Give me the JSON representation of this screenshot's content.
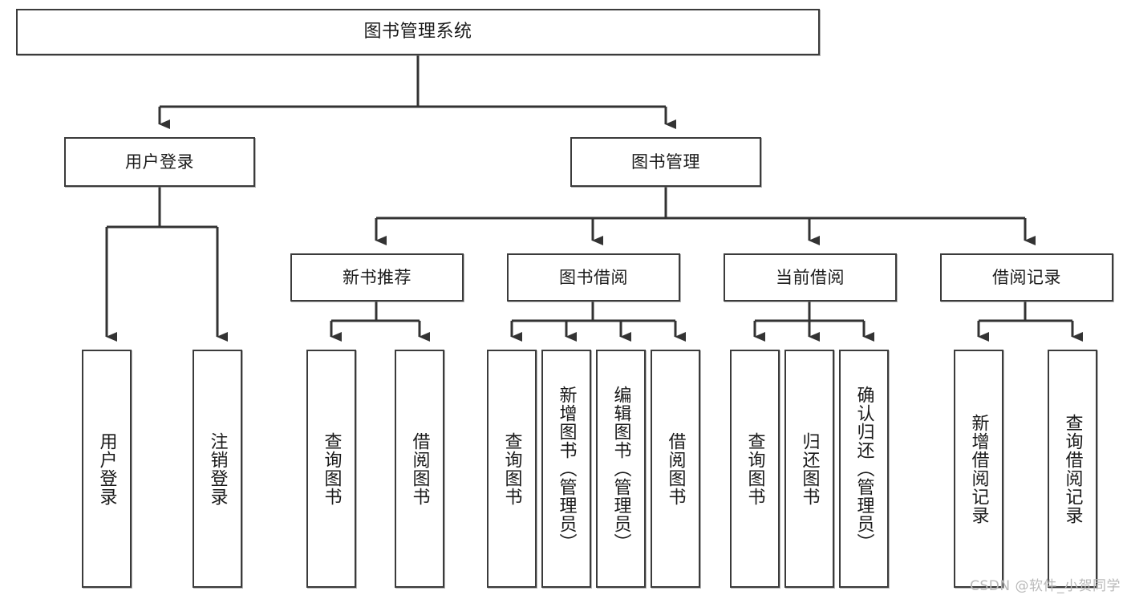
{
  "diagram": {
    "title": "图书管理系统",
    "type": "tree-hierarchy-diagram",
    "watermark": "CSDN @软件_小贺同学",
    "colors": {
      "node_border": "#3b3b3b",
      "node_fill": "#ffffff",
      "connector": "#333333",
      "text": "#1a1a1a",
      "watermark": "#b9b9b9",
      "background": "#ffffff"
    },
    "root": {
      "id": "root",
      "label": "图书管理系统"
    },
    "level2": [
      {
        "id": "user-login",
        "label": "用户登录"
      },
      {
        "id": "book-management",
        "label": "图书管理"
      }
    ],
    "level3": [
      {
        "id": "new-book-recommend",
        "label": "新书推荐"
      },
      {
        "id": "book-borrow",
        "label": "图书借阅"
      },
      {
        "id": "current-borrow",
        "label": "当前借阅"
      },
      {
        "id": "borrow-record",
        "label": "借阅记录"
      }
    ],
    "leaves": {
      "user_login": [
        {
          "id": "leaf-user-login",
          "label": "用户登录"
        },
        {
          "id": "leaf-logout-login",
          "label": "注销登录"
        }
      ],
      "new_book_recommend": [
        {
          "id": "leaf-query-book-1",
          "label": "查询图书"
        },
        {
          "id": "leaf-borrow-book-1",
          "label": "借阅图书"
        }
      ],
      "book_borrow": [
        {
          "id": "leaf-query-book-2",
          "label": "查询图书"
        },
        {
          "id": "leaf-add-book",
          "label": "新增图书（管理员）"
        },
        {
          "id": "leaf-edit-book",
          "label": "编辑图书（管理员）"
        },
        {
          "id": "leaf-borrow-book-2",
          "label": "借阅图书"
        }
      ],
      "current_borrow": [
        {
          "id": "leaf-query-book-3",
          "label": "查询图书"
        },
        {
          "id": "leaf-return-book",
          "label": "归还图书"
        },
        {
          "id": "leaf-confirm-return",
          "label": "确认归还（管理员）"
        }
      ],
      "borrow_record": [
        {
          "id": "leaf-add-record",
          "label": "新增借阅记录"
        },
        {
          "id": "leaf-query-record",
          "label": "查询借阅记录"
        }
      ]
    }
  }
}
